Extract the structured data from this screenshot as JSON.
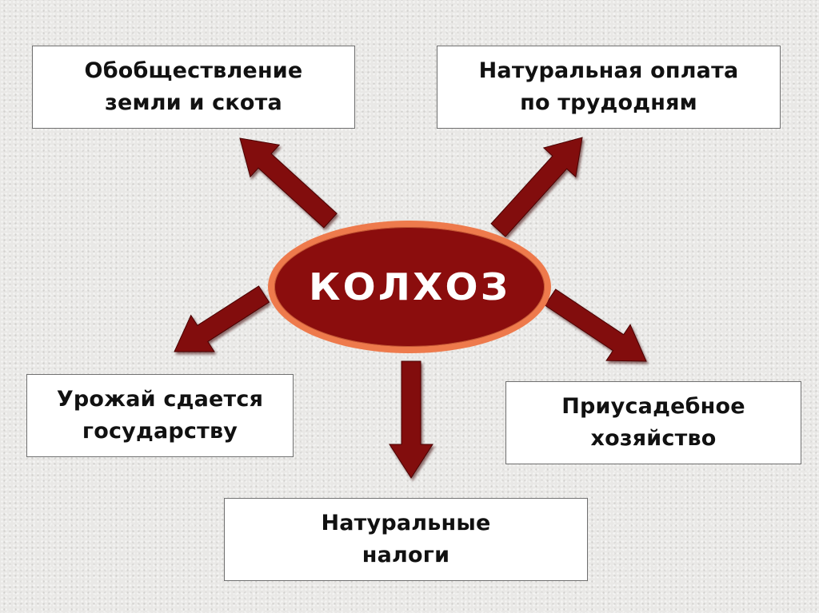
{
  "center": {
    "label": "КОЛХОЗ"
  },
  "boxes": {
    "top_left": [
      "Обобществление",
      "земли и скота"
    ],
    "top_right": [
      "Натуральная оплата",
      "по трудодням"
    ],
    "middle_left": [
      "Урожай сдается",
      "государству"
    ],
    "middle_right": [
      "Приусадебное",
      "хозяйство"
    ],
    "bottom": [
      "Натуральные",
      "налоги"
    ]
  },
  "colors": {
    "arrow": "#820b0b",
    "arrow_shadow": "#4a0505",
    "ellipse_fill": "#8b0d0d",
    "ellipse_border": "#ee7a4c"
  }
}
